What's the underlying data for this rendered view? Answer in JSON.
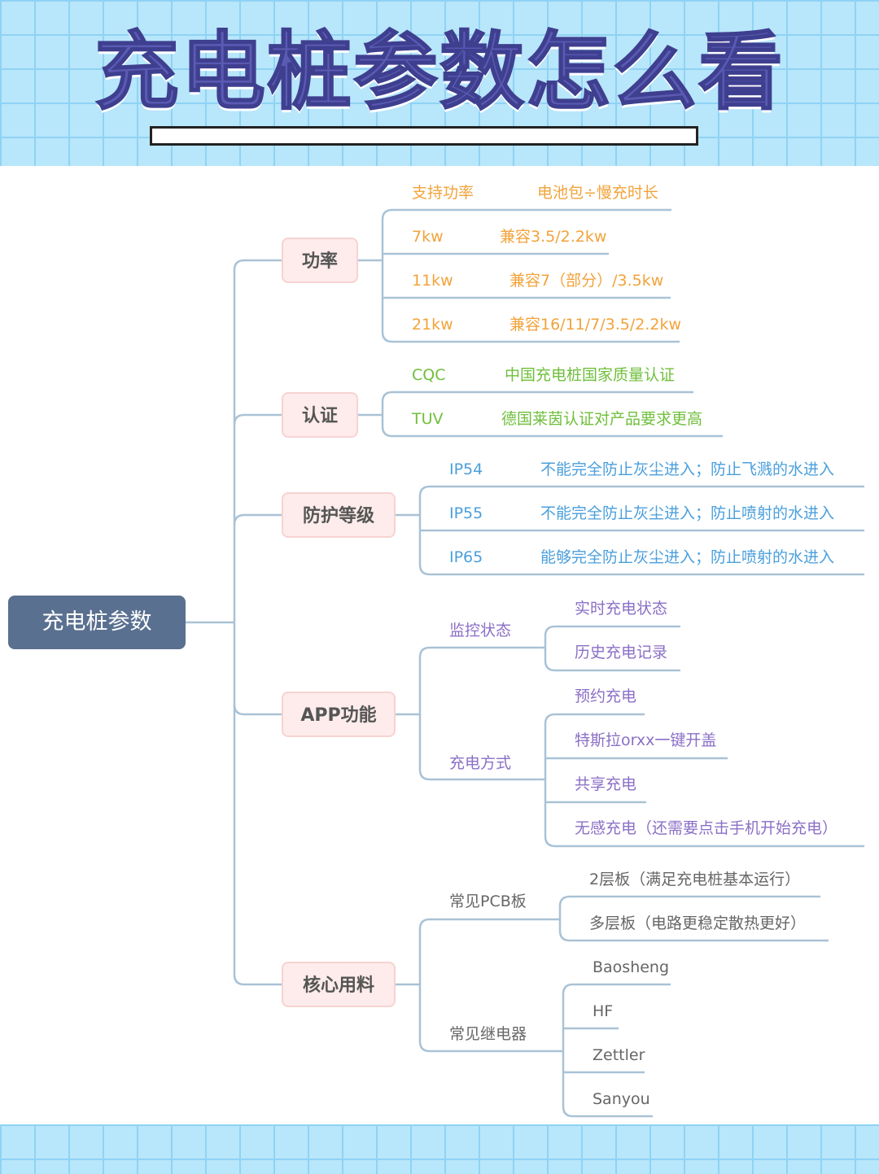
{
  "title": "充电桩参数怎么看",
  "root": {
    "label": "充电桩参数"
  },
  "colors": {
    "power": "#f2a33a",
    "certification": "#6fbf3b",
    "protection": "#4a9fdc",
    "app": "#8b6fc6",
    "core": "#666666",
    "connector": "#a9c2d6"
  },
  "branches": [
    {
      "label": "功率",
      "header": {
        "left": "支持功率",
        "right": "电池包÷慢充时长"
      },
      "rows": [
        {
          "left": "7kw",
          "right": "兼容3.5/2.2kw"
        },
        {
          "left": "11kw",
          "right": "兼容7（部分）/3.5kw"
        },
        {
          "left": "21kw",
          "right": "兼容16/11/7/3.5/2.2kw"
        }
      ]
    },
    {
      "label": "认证",
      "header": {
        "left": "CQC",
        "right": "中国充电桩国家质量认证"
      },
      "rows": [
        {
          "left": "TUV",
          "right": "德国莱茵认证对产品要求更高"
        }
      ]
    },
    {
      "label": "防护等级",
      "header": {
        "left": "IP54",
        "right": "不能完全防止灰尘进入；防止飞溅的水进入"
      },
      "rows": [
        {
          "left": "IP55",
          "right": "不能完全防止灰尘进入；防止喷射的水进入"
        },
        {
          "left": "IP65",
          "right": "能够完全防止灰尘进入；防止喷射的水进入"
        }
      ]
    },
    {
      "label": "APP功能",
      "groups": [
        {
          "label": "监控状态",
          "items": [
            "实时充电状态",
            "历史充电记录"
          ]
        },
        {
          "label": "充电方式",
          "items": [
            "预约充电",
            "特斯拉orxx一键开盖",
            "共享充电",
            "无感充电（还需要点击手机开始充电）"
          ]
        }
      ]
    },
    {
      "label": "核心用料",
      "groups": [
        {
          "label": "常见PCB板",
          "items": [
            "2层板（满足充电桩基本运行）",
            "多层板（电路更稳定散热更好）"
          ]
        },
        {
          "label": "常见继电器",
          "items": [
            "Baosheng",
            "HF",
            "Zettler",
            "Sanyou"
          ]
        }
      ]
    }
  ]
}
